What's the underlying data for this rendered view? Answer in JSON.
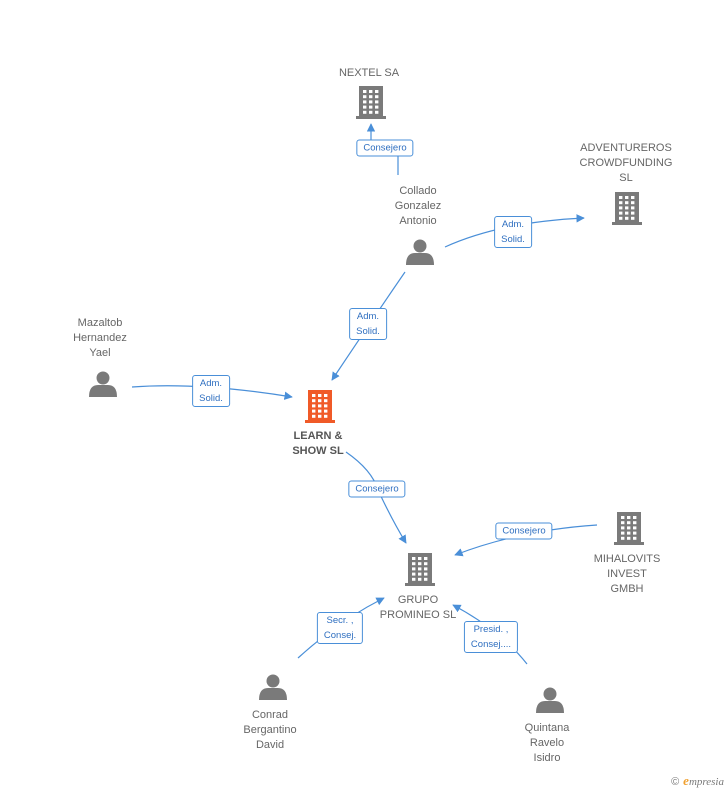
{
  "colors": {
    "edge": "#4a8fd8",
    "node": "#7a7a7a",
    "focus_node": "#f05a28"
  },
  "nodes": [
    {
      "id": "nextel",
      "kind": "company",
      "label": [
        "NEXTEL SA"
      ],
      "icon": "building-icon",
      "focus": false
    },
    {
      "id": "adventureros",
      "kind": "company",
      "label": [
        "ADVENTUREROS",
        "CROWDFUNDING",
        "SL"
      ],
      "icon": "building-icon",
      "focus": false
    },
    {
      "id": "collado",
      "kind": "person",
      "label": [
        "Collado",
        "Gonzalez",
        "Antonio"
      ],
      "icon": "person-icon",
      "focus": false
    },
    {
      "id": "mazaltob",
      "kind": "person",
      "label": [
        "Mazaltob",
        "Hernandez",
        "Yael"
      ],
      "icon": "person-icon",
      "focus": false
    },
    {
      "id": "learn",
      "kind": "company",
      "label": [
        "LEARN &",
        "SHOW SL"
      ],
      "icon": "building-icon",
      "focus": true
    },
    {
      "id": "grupo",
      "kind": "company",
      "label": [
        "GRUPO",
        "PROMINEO SL"
      ],
      "icon": "building-icon",
      "focus": false
    },
    {
      "id": "mihalovits",
      "kind": "company",
      "label": [
        "MIHALOVITS",
        "INVEST",
        "GMBH"
      ],
      "icon": "building-icon",
      "focus": false
    },
    {
      "id": "conrad",
      "kind": "person",
      "label": [
        "Conrad",
        "Bergantino",
        "David"
      ],
      "icon": "person-icon",
      "focus": false
    },
    {
      "id": "quintana",
      "kind": "person",
      "label": [
        "Quintana",
        "Ravelo",
        "Isidro"
      ],
      "icon": "person-icon",
      "focus": false
    }
  ],
  "edges": [
    {
      "id": "e1",
      "from": "collado",
      "to": "nextel",
      "label": [
        "Consejero"
      ]
    },
    {
      "id": "e2",
      "from": "collado",
      "to": "adventureros",
      "label": [
        "Adm.",
        "Solid."
      ]
    },
    {
      "id": "e3",
      "from": "collado",
      "to": "learn",
      "label": [
        "Adm.",
        "Solid."
      ]
    },
    {
      "id": "e4",
      "from": "mazaltob",
      "to": "learn",
      "label": [
        "Adm.",
        "Solid."
      ]
    },
    {
      "id": "e5",
      "from": "learn",
      "to": "grupo",
      "label": [
        "Consejero"
      ]
    },
    {
      "id": "e6",
      "from": "mihalovits",
      "to": "grupo",
      "label": [
        "Consejero"
      ]
    },
    {
      "id": "e7",
      "from": "conrad",
      "to": "grupo",
      "label": [
        "Secr. ,",
        "Consej."
      ]
    },
    {
      "id": "e8",
      "from": "quintana",
      "to": "grupo",
      "label": [
        "Presid. ,",
        "Consej...."
      ]
    }
  ],
  "footer": {
    "copyright": "©",
    "brand_initial": "e",
    "brand_rest": "mpresia"
  }
}
